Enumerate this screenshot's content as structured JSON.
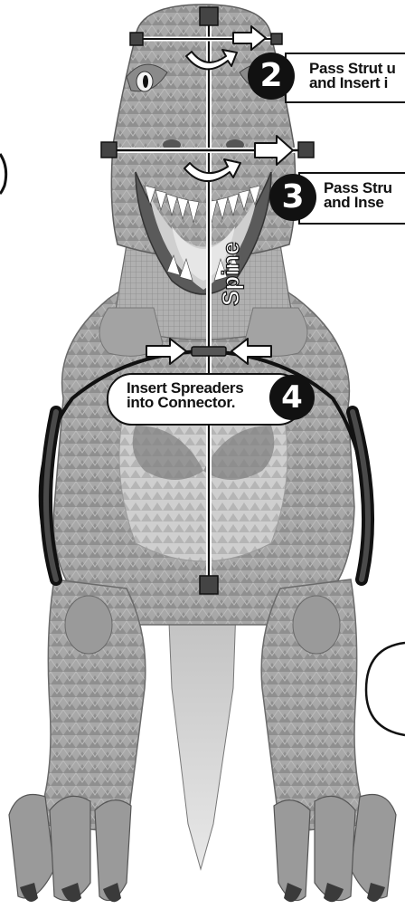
{
  "steps": [
    {
      "number": "2",
      "text_line1": "Pass Strut u",
      "text_line2": "and Insert i"
    },
    {
      "number": "3",
      "text_line1": "Pass Stru",
      "text_line2": "and Inse"
    },
    {
      "number": "4",
      "text_line1": "Insert Spreaders",
      "text_line2": "into Connector."
    }
  ],
  "spine_label": "Spine",
  "colors": {
    "ink": "#111111",
    "body": "#9e9e9e",
    "body_light": "#c8c8c8",
    "body_dark": "#6e6e6e",
    "paper": "#ffffff"
  }
}
